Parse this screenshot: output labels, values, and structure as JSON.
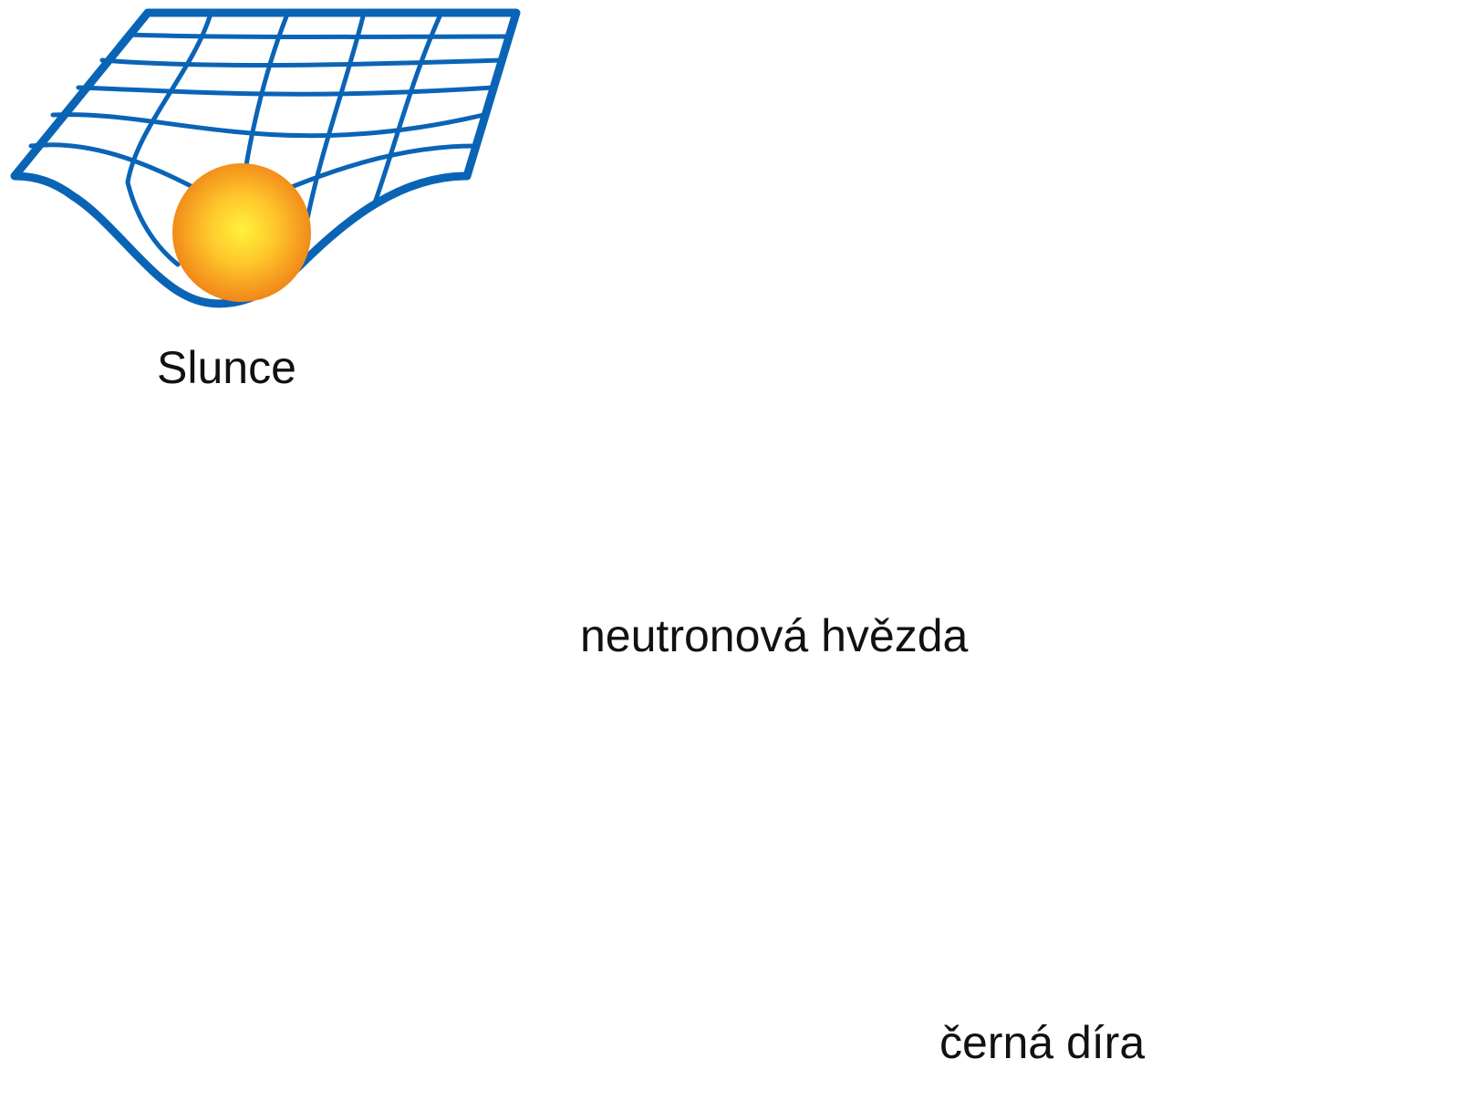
{
  "colors": {
    "grid": "#0a64b6",
    "background": "#ffffff",
    "sun_inner": "#fff23a",
    "sun_outer": "#f08a1a",
    "neutron_inner": "#ffffff",
    "neutron_outer": "#3cb4ec",
    "black_hole": "#050505"
  },
  "objects": [
    {
      "label": "Slunce",
      "icon": "sun-icon"
    },
    {
      "label": "neutronová hvězda",
      "icon": "neutron-star-icon"
    },
    {
      "label": "černá díra",
      "icon": "black-hole-icon"
    }
  ]
}
